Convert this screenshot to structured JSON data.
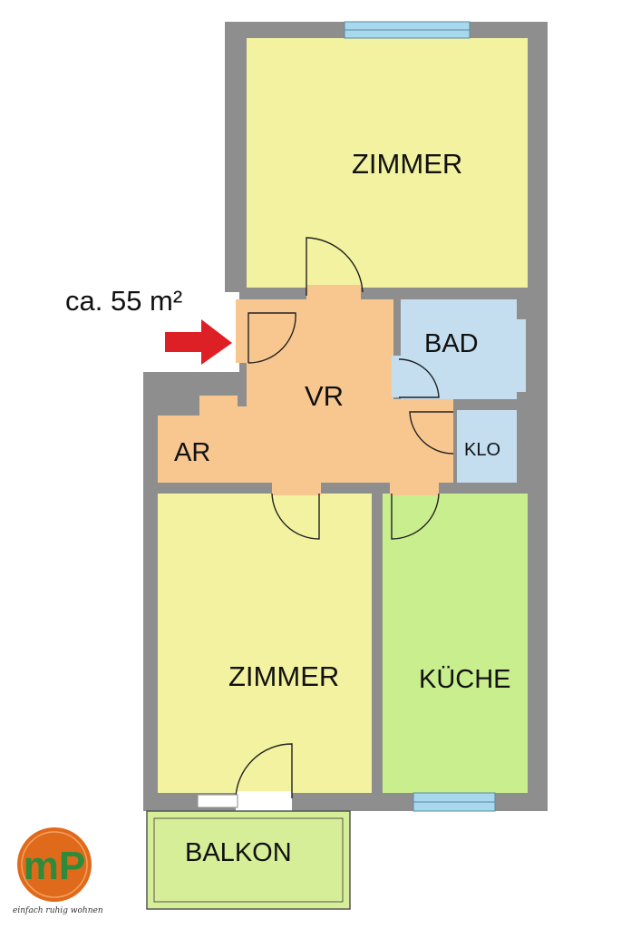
{
  "area_label": "ca. 55 m²",
  "rooms": {
    "zimmer_top": "ZIMMER",
    "bad": "BAD",
    "vr": "VR",
    "ar": "AR",
    "klo": "KLO",
    "zimmer_bottom": "ZIMMER",
    "kueche": "KÜCHE",
    "balkon": "BALKON"
  },
  "logo": {
    "letters": "mP",
    "tagline": "einfach ruhig wohnen"
  },
  "colors": {
    "zimmer": "#f2f2a0",
    "hall": "#f8c790",
    "bath": "#c4def0",
    "kitchen": "#c9ee8e",
    "balkon": "#d6ee98",
    "wall": "#8e8e8e",
    "window": "#a8d8ee",
    "arrow": "#dd1f26",
    "logo_bg": "#e06a1c",
    "logo_fg": "#2e8b3a"
  }
}
